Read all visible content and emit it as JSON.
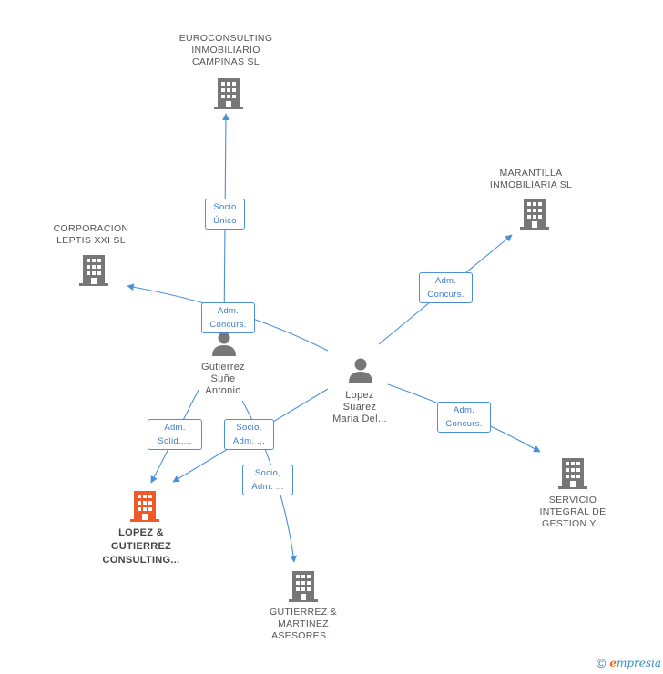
{
  "nodes": {
    "euroconsulting": {
      "label": "EUROCONSULTING\nINMOBILIARIO\nCAMPINAS SL",
      "kind": "company"
    },
    "corporacion": {
      "label": "CORPORACION\nLEPTIS XXI SL",
      "kind": "company"
    },
    "marantilla": {
      "label": "MARANTILLA\nINMOBILIARIA SL",
      "kind": "company"
    },
    "gutierrez_person": {
      "label": "Gutierrez\nSuñe\nAntonio",
      "kind": "person"
    },
    "lopez_person": {
      "label": "Lopez\nSuarez\nMaria Del...",
      "kind": "person"
    },
    "servicio": {
      "label": "SERVICIO\nINTEGRAL DE\nGESTION Y...",
      "kind": "company"
    },
    "lopez_gutierrez": {
      "label": "LOPEZ &\nGUTIERREZ\nCONSULTING...",
      "kind": "company-highlight"
    },
    "gutierrez_martinez": {
      "label": "GUTIERREZ &\nMARTINEZ\nASESORES...",
      "kind": "company"
    }
  },
  "edge_labels": {
    "socio_unico": "Socio\nÚnico",
    "adm_concurs_corporacion": "Adm.\nConcurs.",
    "adm_concurs_marantilla": "Adm.\nConcurs.",
    "adm_concurs_servicio": "Adm.\nConcurs.",
    "adm_solid": "Adm.\nSolid.,...",
    "socio_adm_1": "Socio,\nAdm. ...",
    "socio_adm_2": "Socio,\nAdm. ..."
  },
  "colors": {
    "edge": "#4a90d9",
    "company_icon": "#777777",
    "highlight_icon": "#f05a28",
    "person_icon": "#777777"
  },
  "footer": {
    "copyright_symbol": "©",
    "brand_initial": "e",
    "brand_rest": "mpresia"
  }
}
